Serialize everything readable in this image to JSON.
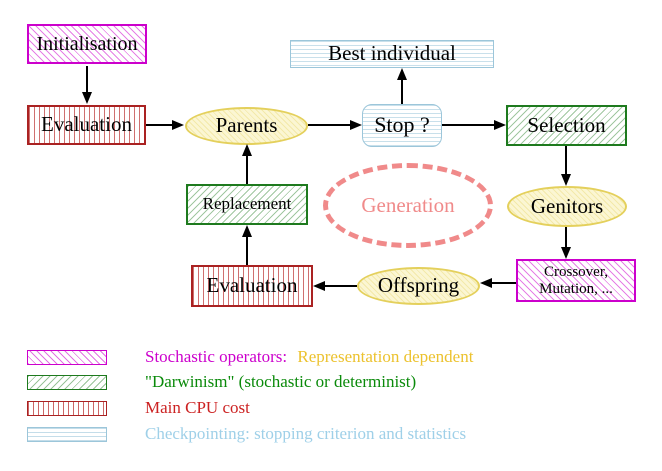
{
  "nodes": {
    "initialisation": "Initialisation",
    "evaluation_top": "Evaluation",
    "parents": "Parents",
    "best_individual": "Best individual",
    "stop": "Stop ?",
    "selection": "Selection",
    "crossover_line1": "Crossover,",
    "crossover_line2": "Mutation, ...",
    "genitors": "Genitors",
    "offspring": "Offspring",
    "evaluation_bottom": "Evaluation",
    "replacement": "Replacement",
    "generation": "Generation"
  },
  "legend": {
    "row1_label": "Stochastic operators:",
    "row1_extra": "Representation dependent",
    "row2_label": "\"Darwinism\" (stochastic or determinist)",
    "row3_label": "Main CPU cost",
    "row4_label": "Checkpointing: stopping criterion and statistics"
  },
  "colors": {
    "magenta": "#cc00cc",
    "green": "#1e7a1e",
    "red": "#aa2222",
    "cyan": "#9cc6da",
    "yellow_border": "#e4d05c",
    "gold_text": "#ecc22e",
    "salmon": "#f08a8a"
  }
}
